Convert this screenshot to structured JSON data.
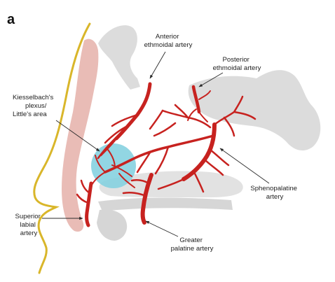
{
  "panel_letter": "a",
  "labels": {
    "anterior_ethmoidal": [
      "Anterior",
      "ethmoidal artery"
    ],
    "posterior_ethmoidal": [
      "Posterior",
      "ethmoidal artery"
    ],
    "kiesselbach": [
      "Kiesselbach's",
      "plexus/",
      "Little's area"
    ],
    "sphenopalatine": [
      "Sphenopalatine",
      "artery"
    ],
    "superior_labial": [
      "Superior",
      "labial",
      "artery"
    ],
    "greater_palatine": [
      "Greater",
      "palatine artery"
    ]
  },
  "colors": {
    "artery": "#c7221f",
    "nose_outline": "#d9b62a",
    "cartilage": "#e9bcb6",
    "bone": "#dcdcdc",
    "plexus": "#86d2e0",
    "leader": "#2a2a2a"
  },
  "icons": {
    "leader_arrow": "arrowhead-icon"
  }
}
